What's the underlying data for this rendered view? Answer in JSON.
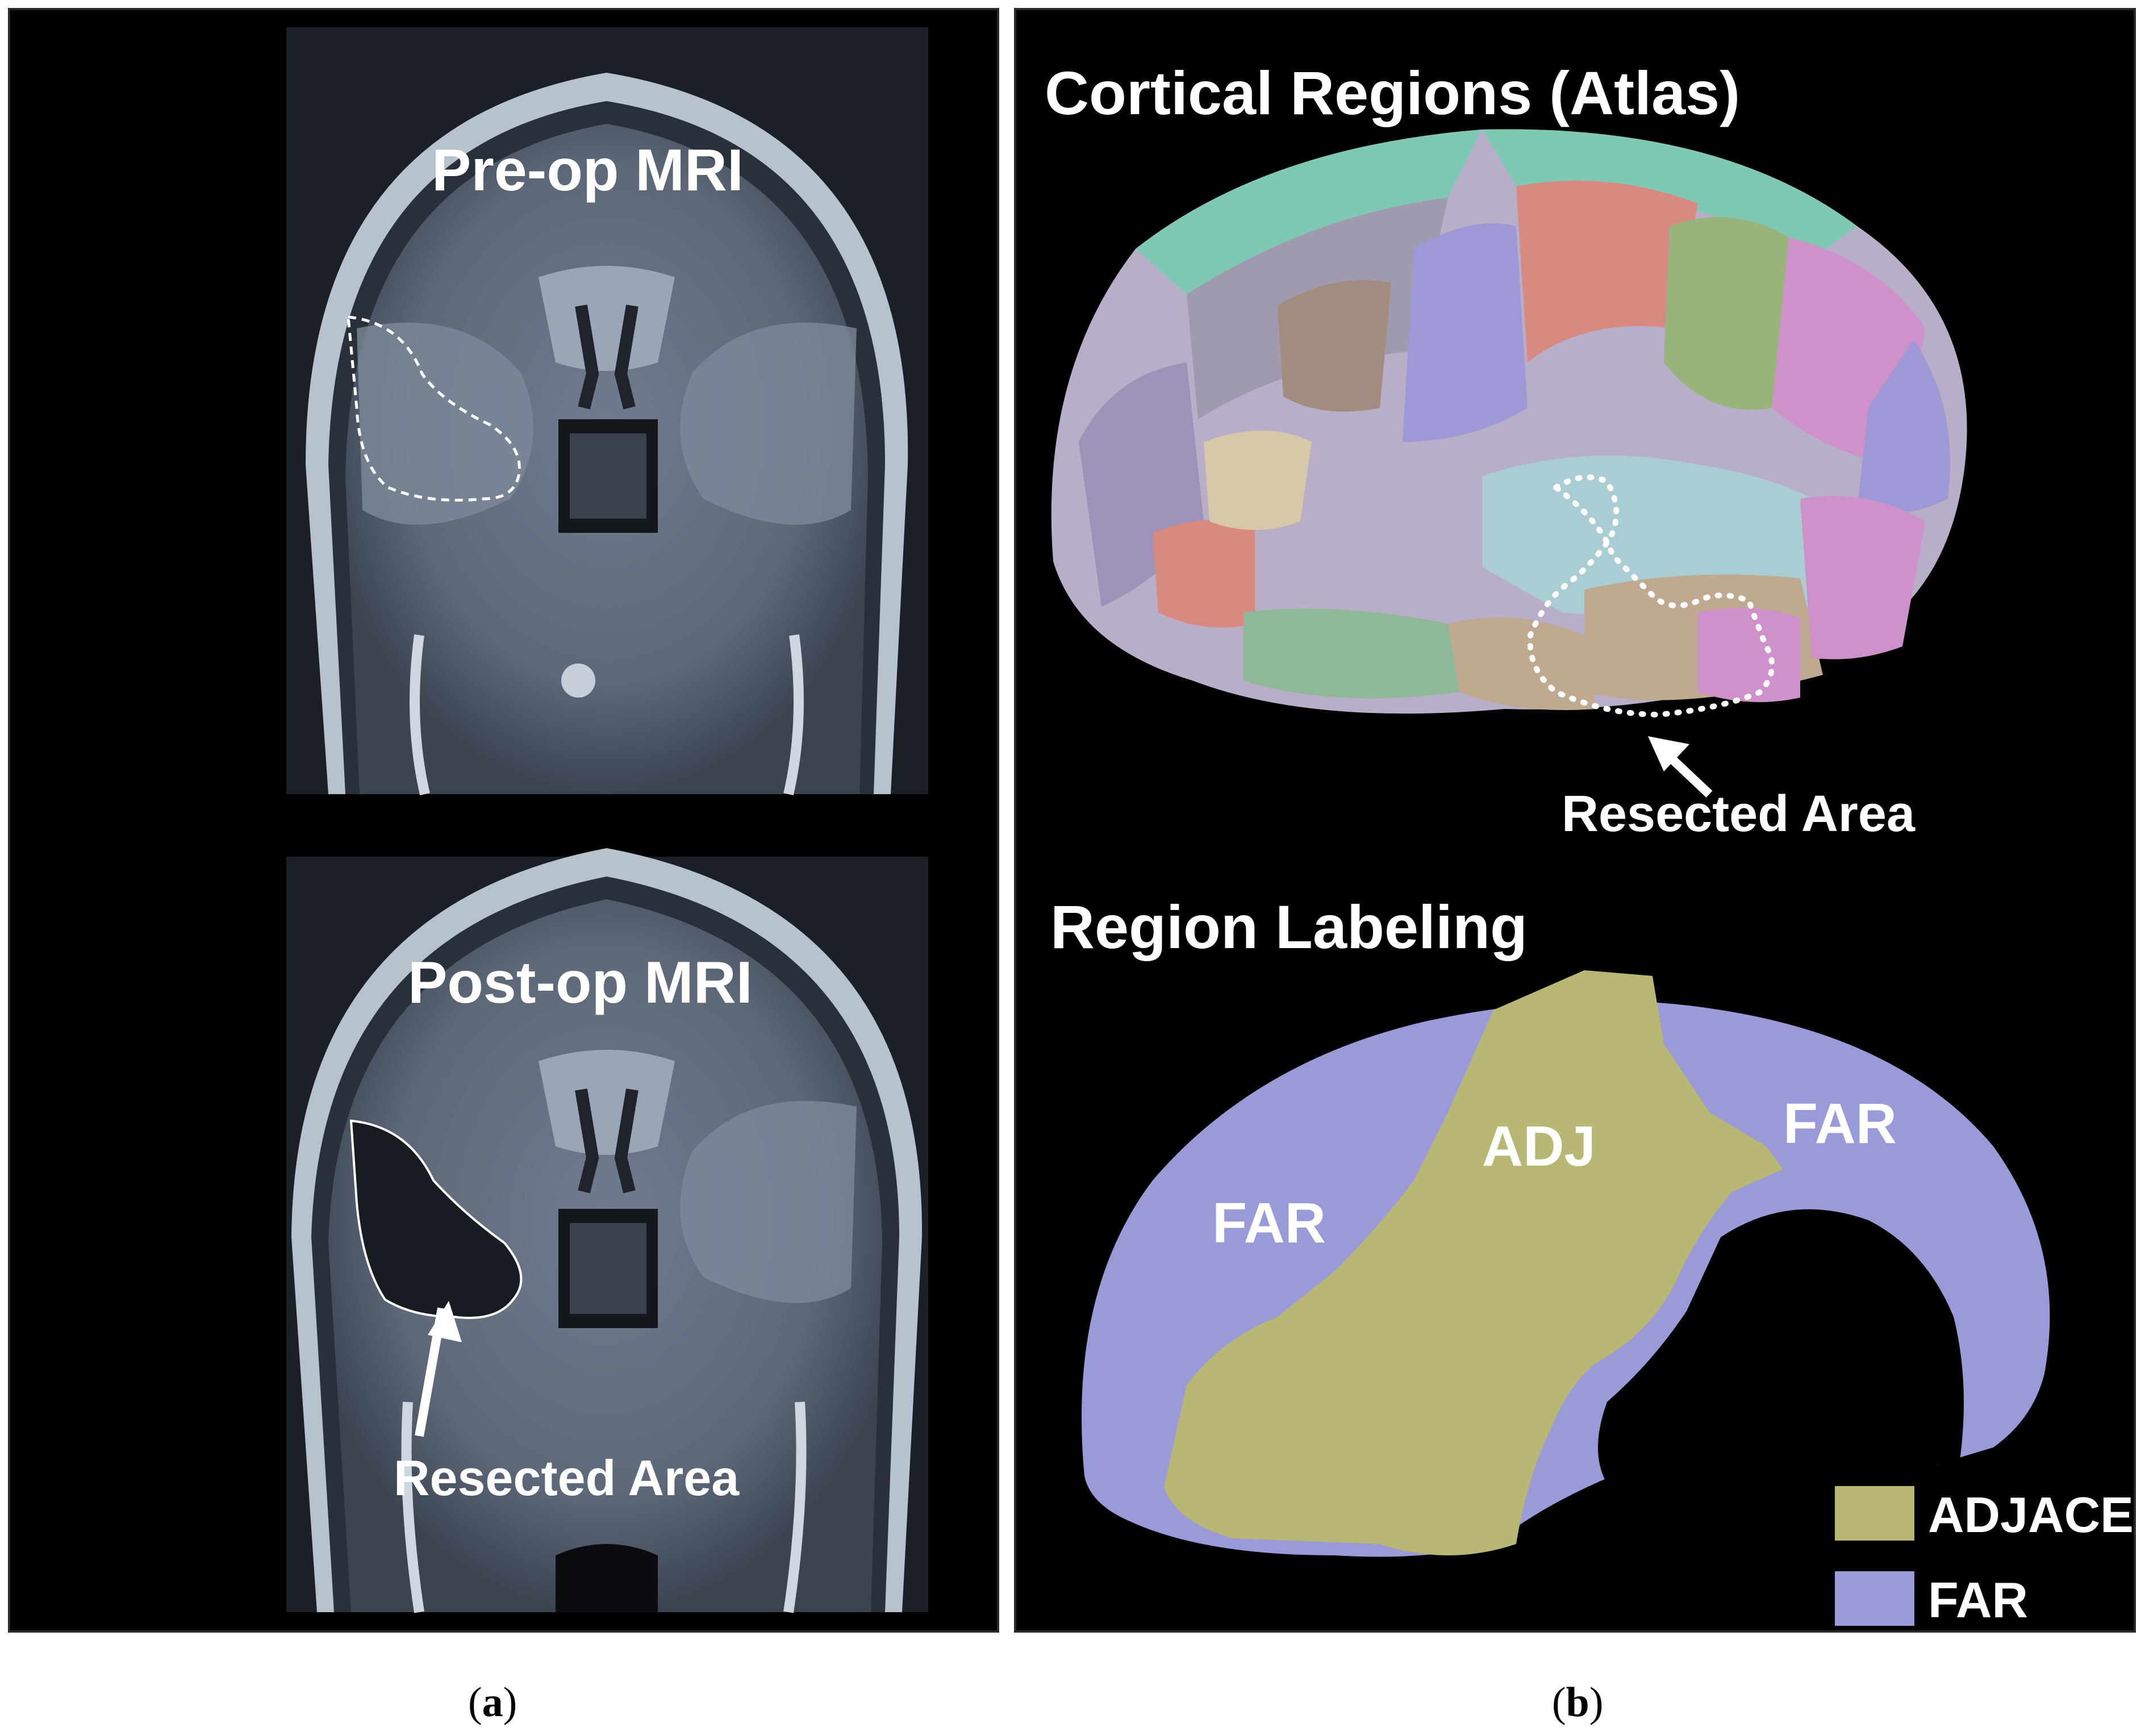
{
  "panel_a": {
    "pre_op_title": "Pre-op MRI",
    "post_op_title": "Post-op MRI",
    "post_op_annotation": "Resected Area"
  },
  "panel_b": {
    "atlas_title": "Cortical Regions (Atlas)",
    "atlas_annotation": "Resected Area",
    "labeling_title": "Region Labeling",
    "region_labels": {
      "far_left": "FAR",
      "adj": "ADJ",
      "far_right": "FAR"
    },
    "legend": [
      {
        "label": "ADJACENT",
        "color": "#b9b774"
      },
      {
        "label": "FAR",
        "color": "#9a9ad8"
      }
    ]
  },
  "captions": {
    "a": {
      "open": "(",
      "letter": "a",
      "close": ")"
    },
    "b": {
      "open": "(",
      "letter": "b",
      "close": ")"
    }
  },
  "colors": {
    "mri_tissue": "#8a96a6",
    "atlas_teal": "#7fc9b4",
    "atlas_purple": "#9e98d6",
    "atlas_salmon": "#d98a80",
    "atlas_green": "#97b57a",
    "atlas_pink": "#cf91c9",
    "atlas_tan": "#bfa990",
    "atlas_lightblue": "#a9cdd3"
  }
}
